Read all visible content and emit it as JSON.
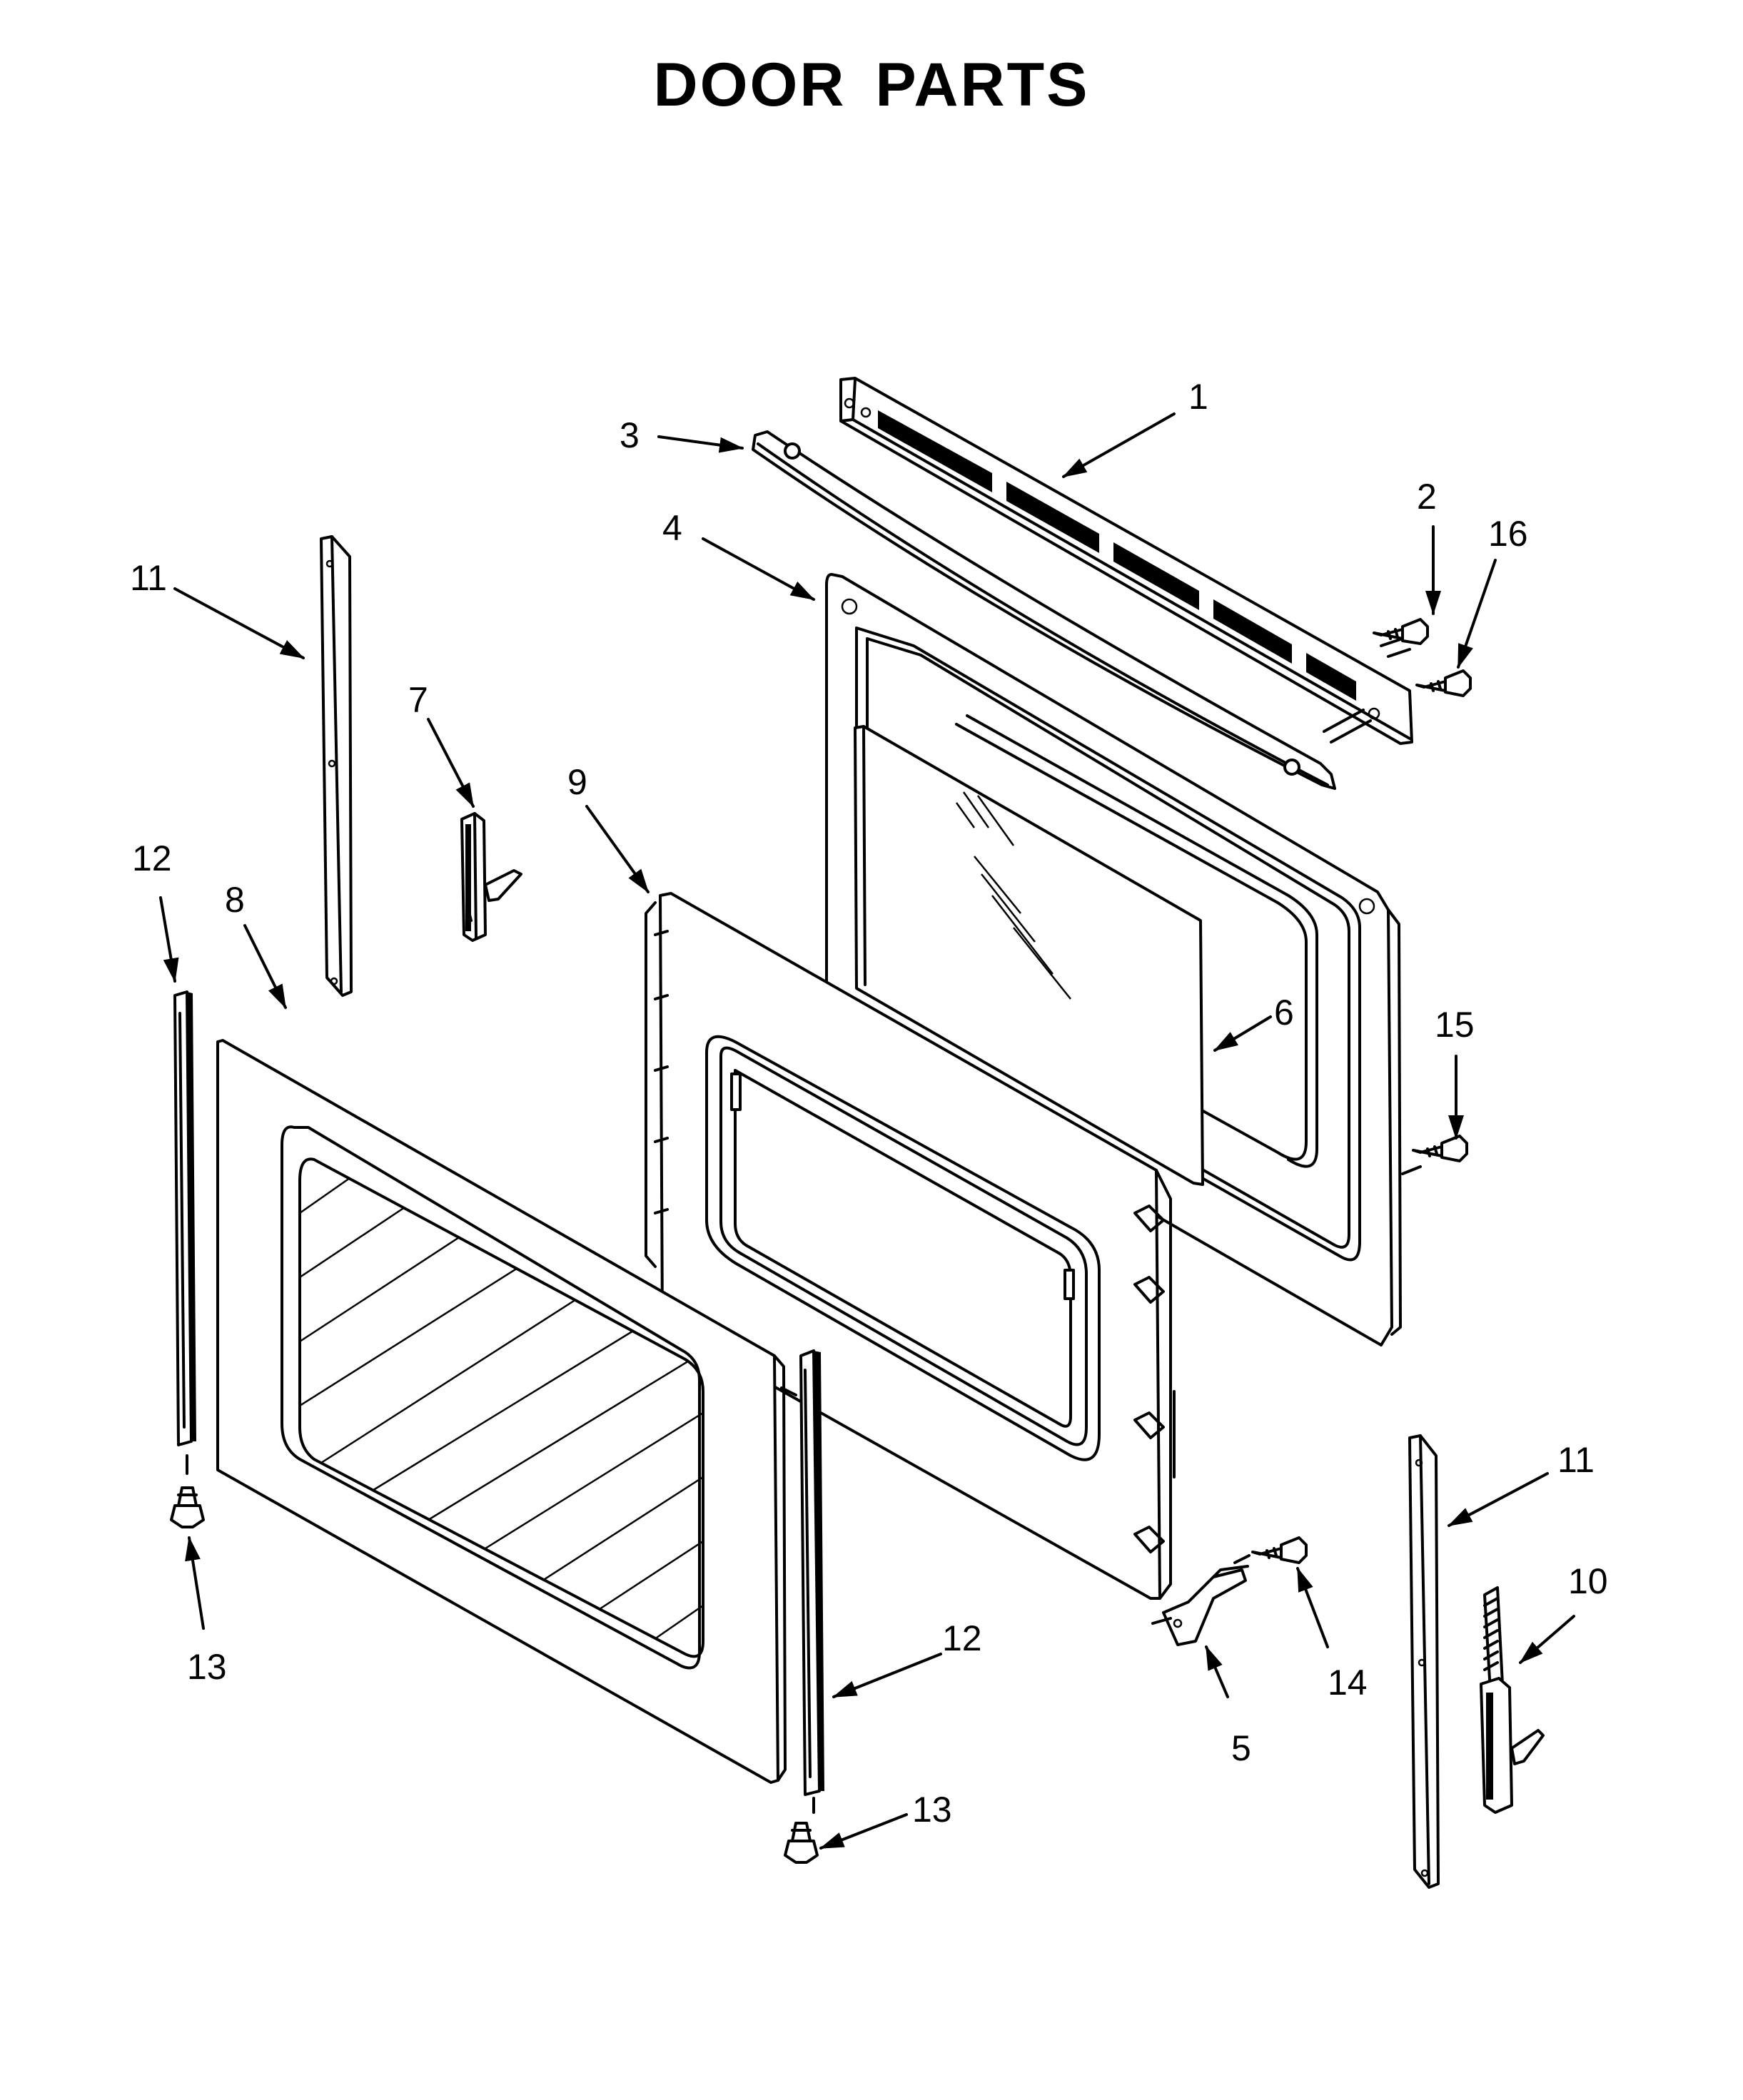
{
  "title": "DOOR PARTS",
  "callouts": [
    {
      "id": "c1",
      "label": "1"
    },
    {
      "id": "c2",
      "label": "2"
    },
    {
      "id": "c3",
      "label": "3"
    },
    {
      "id": "c4",
      "label": "4"
    },
    {
      "id": "c5",
      "label": "5"
    },
    {
      "id": "c6",
      "label": "6"
    },
    {
      "id": "c7",
      "label": "7"
    },
    {
      "id": "c8",
      "label": "8"
    },
    {
      "id": "c9",
      "label": "9"
    },
    {
      "id": "c10",
      "label": "10"
    },
    {
      "id": "c11a",
      "label": "11"
    },
    {
      "id": "c11b",
      "label": "11"
    },
    {
      "id": "c12a",
      "label": "12"
    },
    {
      "id": "c12b",
      "label": "12"
    },
    {
      "id": "c13a",
      "label": "13"
    },
    {
      "id": "c13b",
      "label": "13"
    },
    {
      "id": "c14",
      "label": "14"
    },
    {
      "id": "c15",
      "label": "15"
    },
    {
      "id": "c16",
      "label": "16"
    }
  ]
}
